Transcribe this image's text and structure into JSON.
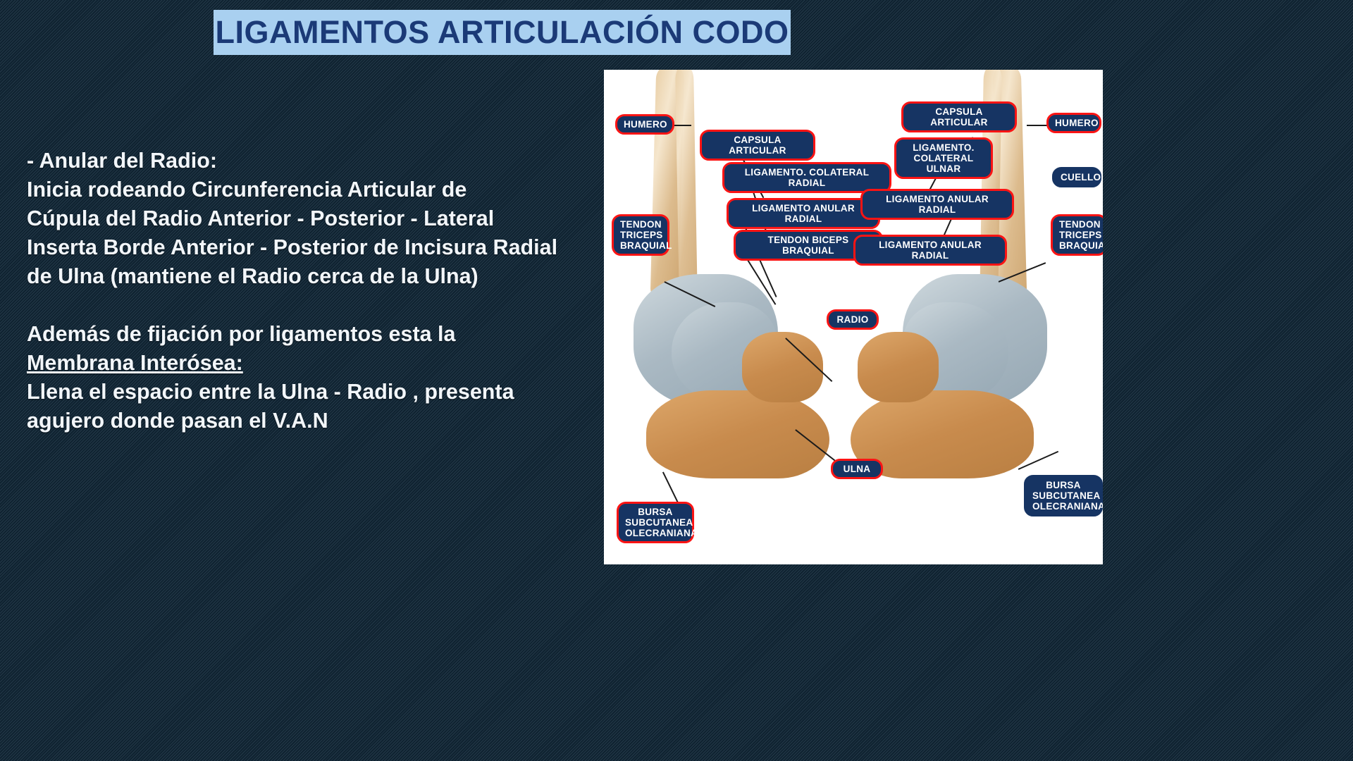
{
  "slide": {
    "title": "LIGAMENTOS ARTICULACIÓN CODO",
    "accent_banner_color": "#a9d0f0",
    "title_text_color": "#1b3a77",
    "background_color": "#12293a"
  },
  "body": {
    "line1": "- Anular del Radio:",
    "line2": "Inicia rodeando Circunferencia Articular de",
    "line3": "Cúpula del Radio  Anterior - Posterior - Lateral",
    "line4": "Inserta Borde Anterior - Posterior de Incisura Radial",
    "line5": "de Ulna (mantiene el Radio cerca de la Ulna)",
    "line6": "Además  de fijación por  ligamentos esta la",
    "line7": "Membrana Interósea:",
    "line8": "Llena el espacio entre la Ulna - Radio , presenta",
    "line9": "agujero donde pasan el V.A.N"
  },
  "figure": {
    "label_fill": "#163463",
    "label_border": "#fb1414",
    "labels": [
      {
        "id": "humero-left",
        "text": "HUMERO"
      },
      {
        "id": "capsula-articular-left",
        "text": "CAPSULA ARTICULAR"
      },
      {
        "id": "ligamento-colateral-radial",
        "text": "LIGAMENTO. COLATERAL RADIAL"
      },
      {
        "id": "ligamento-anular-radial-left",
        "text": "LIGAMENTO ANULAR RADIAL"
      },
      {
        "id": "tendon-biceps-braquial",
        "text": "TENDON BICEPS BRAQUIAL"
      },
      {
        "id": "tendon-triceps-braquial-left",
        "text": "TENDON\nTRICEPS\nBRAQUIAL"
      },
      {
        "id": "bursa-subcutanea-olecraniana-left",
        "text": "BURSA\nSUBCUTANEA\nOLECRANIANA"
      },
      {
        "id": "capsula-articular-right",
        "text": "CAPSULA ARTICULAR"
      },
      {
        "id": "ligamento-colateral-ulnar",
        "text": "LIGAMENTO.\nCOLATERAL ULNAR"
      },
      {
        "id": "ligamento-anular-radial-mid",
        "text": "LIGAMENTO ANULAR RADIAL"
      },
      {
        "id": "ligamento-anular-radial-right",
        "text": "LIGAMENTO ANULAR RADIAL"
      },
      {
        "id": "humero-right",
        "text": "HUMERO"
      },
      {
        "id": "cuello",
        "text": "CUELLO"
      },
      {
        "id": "tendon-triceps-braquial-right",
        "text": "TENDON\nTRICEPS\nBRAQUIAL"
      },
      {
        "id": "bursa-subcutanea-olecraniana-right",
        "text": "BURSA\nSUBCUTANEA\nOLECRANIANA"
      },
      {
        "id": "radio",
        "text": "RADIO"
      },
      {
        "id": "ulna",
        "text": "ULNA"
      }
    ]
  }
}
